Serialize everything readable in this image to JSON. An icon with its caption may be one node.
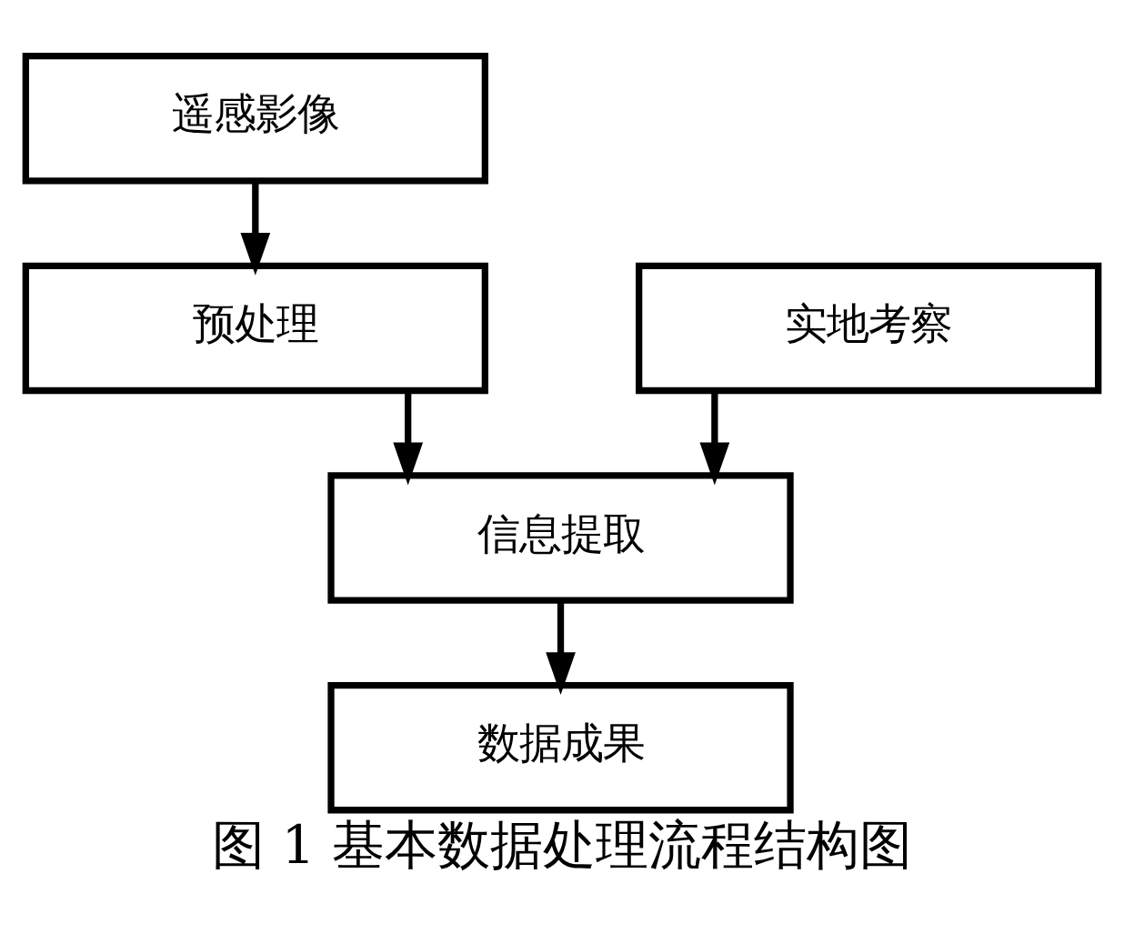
{
  "diagram": {
    "caption": "图 1 基本数据处理流程结构图",
    "nodes": [
      {
        "text": [
          "遥感影像"
        ]
      },
      {
        "text": [
          "预处理"
        ]
      },
      {
        "text": [
          "实地考察"
        ]
      },
      {
        "text": [
          "信息提取"
        ]
      },
      {
        "text": [
          "数据成果"
        ]
      }
    ],
    "edges": [
      {
        "from": 0,
        "to": 1,
        "arrow": "to"
      },
      {
        "from": 1,
        "to": 3,
        "arrow": "to"
      },
      {
        "from": 2,
        "to": 3,
        "arrow": "to"
      },
      {
        "from": 3,
        "to": 4,
        "arrow": "to"
      }
    ]
  }
}
